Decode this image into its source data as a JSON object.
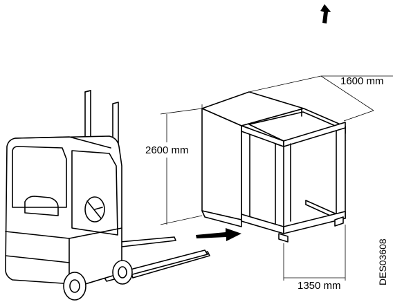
{
  "diagram": {
    "dimensions": {
      "depth": "1600 mm",
      "height": "2600 mm",
      "width": "1350 mm"
    },
    "reference_code": "DES03608",
    "icons": {
      "orientation_arrow": "up-arrow-icon",
      "insertion_arrow": "right-arrow-icon"
    },
    "colors": {
      "line": "#000000",
      "background": "#ffffff"
    }
  }
}
